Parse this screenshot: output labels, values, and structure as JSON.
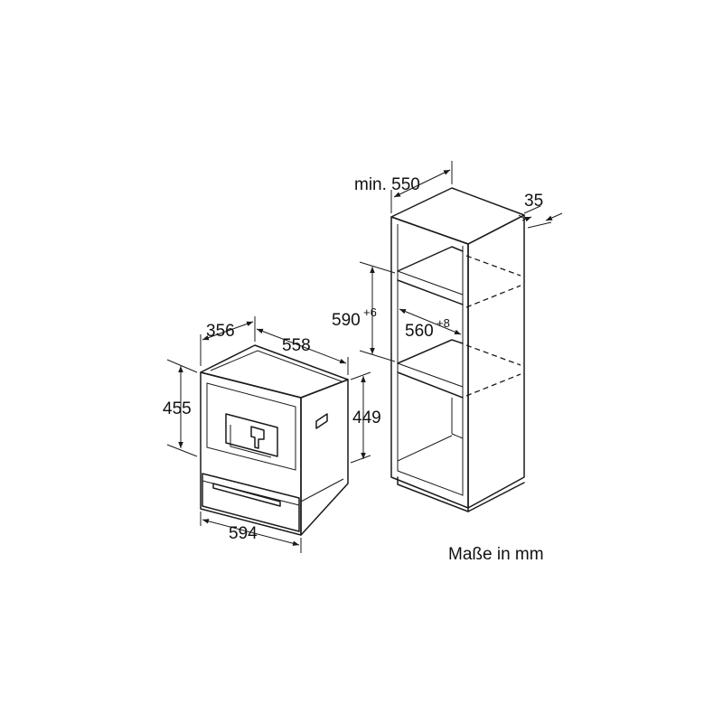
{
  "units_caption": "Maße in mm",
  "machine": {
    "depth_label": "356",
    "width_label": "558",
    "height_label": "455",
    "side_height_label": "449",
    "front_width_label": "594"
  },
  "cabinet": {
    "depth_label": "min. 550",
    "offset_label": "35",
    "niche_height_label": "590",
    "niche_height_tolerance": "+6",
    "niche_width_label": "560",
    "niche_width_tolerance": "+8"
  }
}
